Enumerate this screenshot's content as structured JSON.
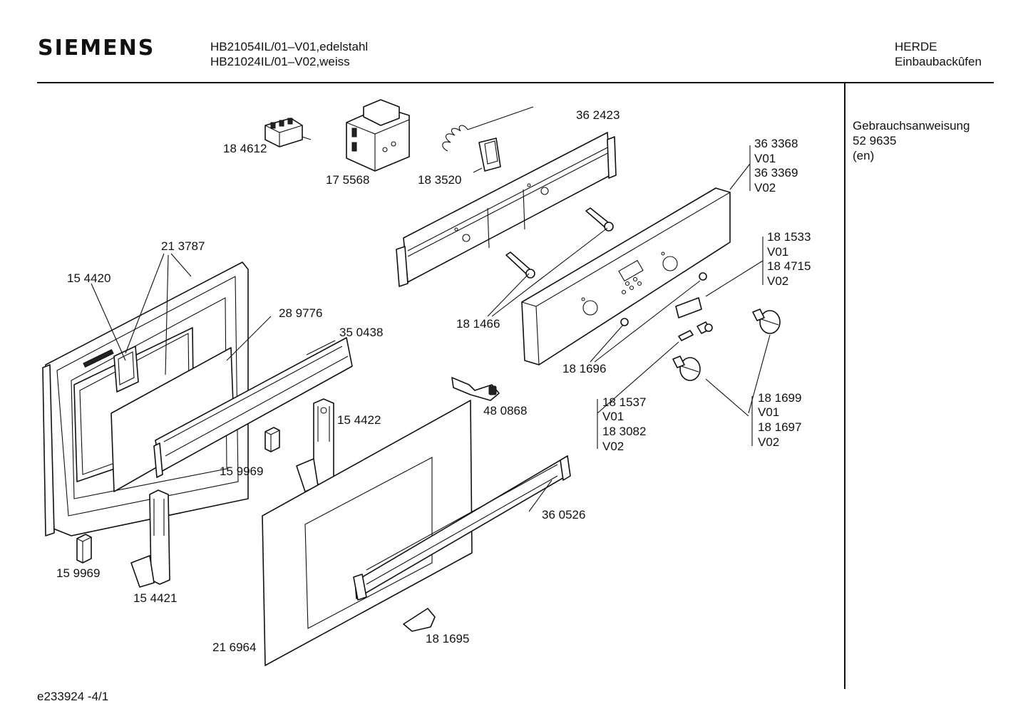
{
  "header": {
    "brand": "SIEMENS",
    "model_line_1": "HB21054IL/01–V01,edelstahl",
    "model_line_2": "HB21024IL/01–V02,weiss",
    "category_line_1": "HERDE",
    "category_line_2": "Einbaubackûfen"
  },
  "side_panel": {
    "line_1": "Gebrauchsanweisung",
    "line_2": "52 9635",
    "line_3": "(en)"
  },
  "footer": {
    "page_ref": "e233924  -4/1"
  },
  "labels": {
    "p184612": "18 4612",
    "p175568": "17 5568",
    "p183520": "18 3520",
    "p362423": "36 2423",
    "p363368": "36 3368",
    "v01_a": "V01",
    "p363369": "36 3369",
    "v02_a": "V02",
    "p181533": "18 1533",
    "v01_b": "V01",
    "p184715": "18 4715",
    "v02_b": "V02",
    "p213787": "21 3787",
    "p154420": "15 4420",
    "p289776": "28 9776",
    "p350438": "35 0438",
    "p181466": "18 1466",
    "p181696": "18 1696",
    "p480868": "48 0868",
    "p154422": "15 4422",
    "p159969_a": "15 9969",
    "p181537": "18 1537",
    "v01_c": "V01",
    "p183082": "18 3082",
    "v02_c": "V02",
    "p181699": "18 1699",
    "v01_d": "V01",
    "p181697": "18 1697",
    "v02_d": "V02",
    "p360526": "36 0526",
    "p159969_b": "15 9969",
    "p154421": "15 4421",
    "p216964": "21 6964",
    "p181695": "18 1695"
  }
}
